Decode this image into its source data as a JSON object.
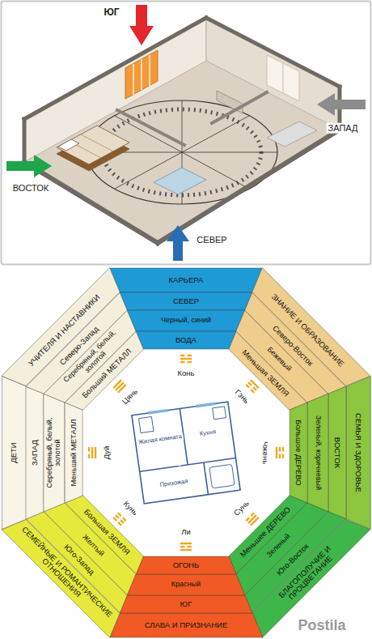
{
  "diagram": {
    "nodes": [
      {
        "text": [
          "КАРЬЕРА"
        ]
      },
      {
        "text": [
          "СЕВЕР"
        ]
      },
      {
        "text": [
          "Черный, синий"
        ]
      },
      {
        "text": [
          "ВОДА"
        ]
      },
      {
        "text": [
          "ЗНАНИЕ И ОБРАЗОВАНИЕ"
        ]
      },
      {
        "text": [
          "Северо-Восток"
        ]
      },
      {
        "text": [
          "Бежевый"
        ]
      },
      {
        "text": [
          "Меньшая ЗЕМЛЯ"
        ]
      },
      {
        "text": [
          "СЕМЬЯ И ЗДОРОВЬЕ"
        ]
      },
      {
        "text": [
          "ВОСТОК"
        ]
      },
      {
        "text": [
          "Зеленый, коричневый"
        ]
      },
      {
        "text": [
          "Большое ДЕРЕВО"
        ]
      },
      {
        "text": [
          "БЛАГОПОЛУЧИЕ И ПРОЦВЕТАНИЕ"
        ]
      },
      {
        "text": [
          "Юго-Восток"
        ]
      },
      {
        "text": [
          "Зеленый"
        ]
      },
      {
        "text": [
          "Меньшее ДЕРЕВО"
        ]
      },
      {
        "text": [
          "СЛАВА И ПРИЗНАНИЕ"
        ]
      },
      {
        "text": [
          "ЮГ"
        ]
      },
      {
        "text": [
          "Красный"
        ]
      },
      {
        "text": [
          "ОГОНЬ"
        ]
      },
      {
        "text": [
          "СЕМЕЙНЫЕ И РОМАНТИЧЕСКИЕ ОТНОШЕНИЯ"
        ]
      },
      {
        "text": [
          "Юго-Запад"
        ]
      },
      {
        "text": [
          "Желтый"
        ]
      },
      {
        "text": [
          "Большая ЗЕМЛЯ"
        ]
      },
      {
        "text": [
          "ДЕТИ"
        ]
      },
      {
        "text": [
          "ЗАПАД"
        ]
      },
      {
        "text": [
          "Серебряный, белый, золотой"
        ]
      },
      {
        "text": [
          "Меньший МЕТАЛЛ"
        ]
      },
      {
        "text": [
          "УЧИТЕЛЯ И НАСТАВНИКИ"
        ]
      },
      {
        "text": [
          "Северо-Запад"
        ]
      },
      {
        "text": [
          "Серебряный, белый, золотой"
        ]
      },
      {
        "text": [
          "Больший МЕТАЛЛ"
        ]
      }
    ],
    "labels": [
      "ЮГ",
      "ЗАПАД",
      "ВОСТОК",
      "СЕВЕР",
      "Конь",
      "Гэнь",
      "Чжень",
      "Сунь",
      "Ли",
      "Кунь",
      "Дуй",
      "Цянь",
      "Жилая комната",
      "Кухня",
      "Прихожая",
      "Postila"
    ]
  }
}
